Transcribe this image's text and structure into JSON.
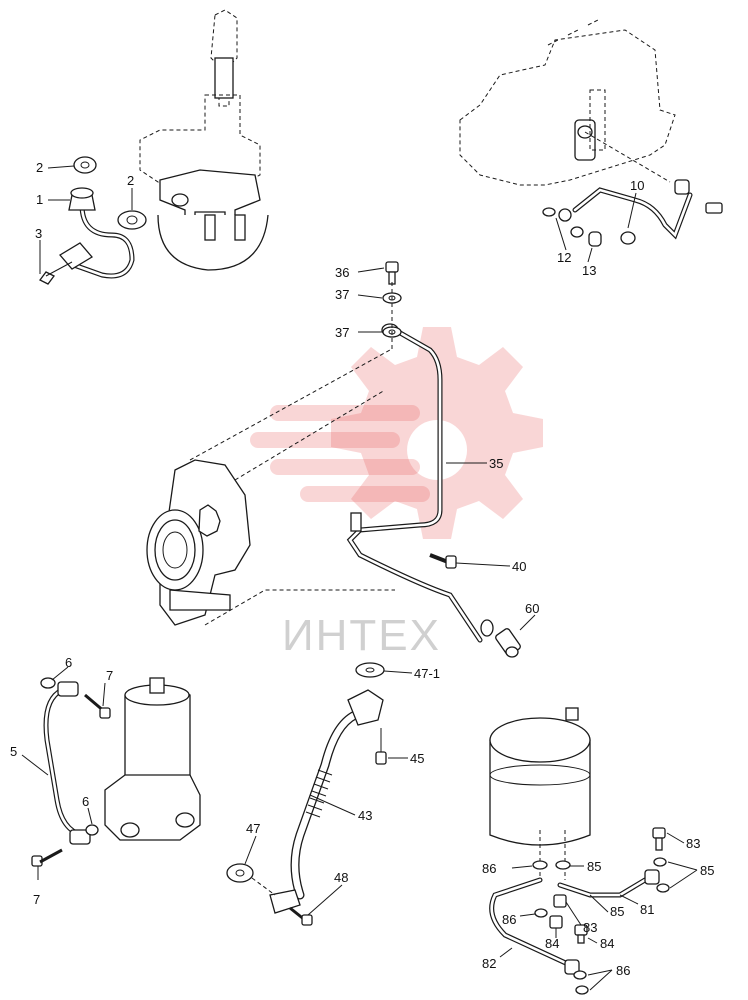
{
  "watermark": {
    "text": "ИНТЕХ",
    "color": "#e85a5a"
  },
  "labels": [
    {
      "id": "l2a",
      "text": "2"
    },
    {
      "id": "l1",
      "text": "1"
    },
    {
      "id": "l2b",
      "text": "2"
    },
    {
      "id": "l3",
      "text": "3"
    },
    {
      "id": "l10",
      "text": "10"
    },
    {
      "id": "l12",
      "text": "12"
    },
    {
      "id": "l13",
      "text": "13"
    },
    {
      "id": "l36",
      "text": "36"
    },
    {
      "id": "l37a",
      "text": "37"
    },
    {
      "id": "l37b",
      "text": "37"
    },
    {
      "id": "l35",
      "text": "35"
    },
    {
      "id": "l40",
      "text": "40"
    },
    {
      "id": "l60",
      "text": "60"
    },
    {
      "id": "l47_1",
      "text": "47-1"
    },
    {
      "id": "l6a",
      "text": "6"
    },
    {
      "id": "l7a",
      "text": "7"
    },
    {
      "id": "l5",
      "text": "5"
    },
    {
      "id": "l6b",
      "text": "6"
    },
    {
      "id": "l7b",
      "text": "7"
    },
    {
      "id": "l45",
      "text": "45"
    },
    {
      "id": "l43",
      "text": "43"
    },
    {
      "id": "l47",
      "text": "47"
    },
    {
      "id": "l48",
      "text": "48"
    },
    {
      "id": "l83a",
      "text": "83"
    },
    {
      "id": "l86a",
      "text": "86"
    },
    {
      "id": "l85a",
      "text": "85"
    },
    {
      "id": "l85b",
      "text": "85"
    },
    {
      "id": "l81",
      "text": "81"
    },
    {
      "id": "l85c",
      "text": "85"
    },
    {
      "id": "l86b",
      "text": "86"
    },
    {
      "id": "l83b",
      "text": "83"
    },
    {
      "id": "l84a",
      "text": "84"
    },
    {
      "id": "l84b",
      "text": "84"
    },
    {
      "id": "l82",
      "text": "82"
    },
    {
      "id": "l86c",
      "text": "86"
    }
  ]
}
